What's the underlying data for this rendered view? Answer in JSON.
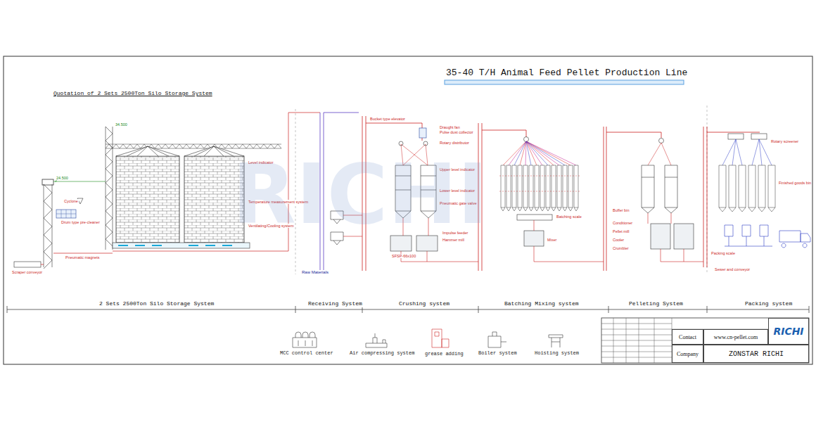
{
  "diagram": {
    "title": "35-40 T/H Animal Feed Pellet Production Line",
    "nodes": [
      {
        "text": [
          "Contact"
        ]
      },
      {
        "text": [
          "www.cn-pellet.com"
        ]
      },
      {
        "text": [
          "RICHI"
        ]
      },
      {
        "text": [
          "Company"
        ]
      },
      {
        "text": [
          "ZONSTAR RICHI"
        ]
      }
    ],
    "labels": [
      "Quotation of 2 Sets 2500Ton Silo Storage System",
      "2 Sets 2500Ton Silo Storage System",
      "Receiving System",
      "Crushing system",
      "Batching Mixing system",
      "Pelleting System",
      "Packing system",
      "Raw Materials",
      "MCC control center",
      "Air compressing system",
      "grease adding",
      "Boiler system",
      "Hoisting system",
      "24.500",
      "34.500",
      "Bucket type elevator",
      "Draught fan",
      "Pulse dust collector",
      "Rotary distributor",
      "Upper level indicator",
      "Lower level indicator",
      "Pneumatic gate valve",
      "Impulse feeder",
      "Hammer mill",
      "SFSP-66x100",
      "Batching scale",
      "Mixer",
      "Buffer bin",
      "Conditioner",
      "Pellet mill",
      "Cooler",
      "Crumbler",
      "Rotary screener",
      "Finished goods bin",
      "Packing scale",
      "Sewer and conveyor",
      "Scraper conveyor",
      "Level indicator",
      "Temperature measurement system",
      "Ventilating/Cooling system",
      "Pneumatic magnets",
      "Drum type pre-cleaner",
      "Cyclone",
      "RICHI"
    ]
  }
}
